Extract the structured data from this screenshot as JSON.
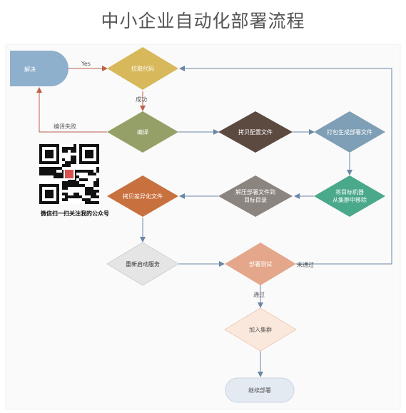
{
  "title": "中小企业自动化部署流程",
  "nodes": {
    "resolve": "解决",
    "fetch_code": "拉取代码",
    "compile": "编译",
    "copy_config": "拷贝配置文件",
    "package": "打包生成部署文件",
    "remove_target": "将目标机器\n从集群中移除",
    "unzip": "解压部署文件到\n目标目录",
    "copy_diff": "拷贝差异化文件",
    "restart": "重新启动服务",
    "test": "部署测试",
    "join_cluster": "加入集群",
    "continue": "继续部署"
  },
  "edge_labels": {
    "yes": "Yes",
    "success": "成功",
    "compile_fail": "编译失败",
    "not_pass": "未通过",
    "pass": "通过"
  },
  "qr_caption": "微信扫一扫关注我的公众号",
  "colors": {
    "resolve": "#8eb0cc",
    "fetch_code": "#d7b85a",
    "compile": "#95a068",
    "copy_config": "#5c4a41",
    "package": "#7e9fb5",
    "remove_target": "#4aa88b",
    "unzip": "#8c847f",
    "copy_diff": "#c8703e",
    "restart": "#e5e5e5",
    "test": "#e4a78b",
    "join_cluster": "#fbe8dc",
    "continue": "#e4eaf2"
  }
}
